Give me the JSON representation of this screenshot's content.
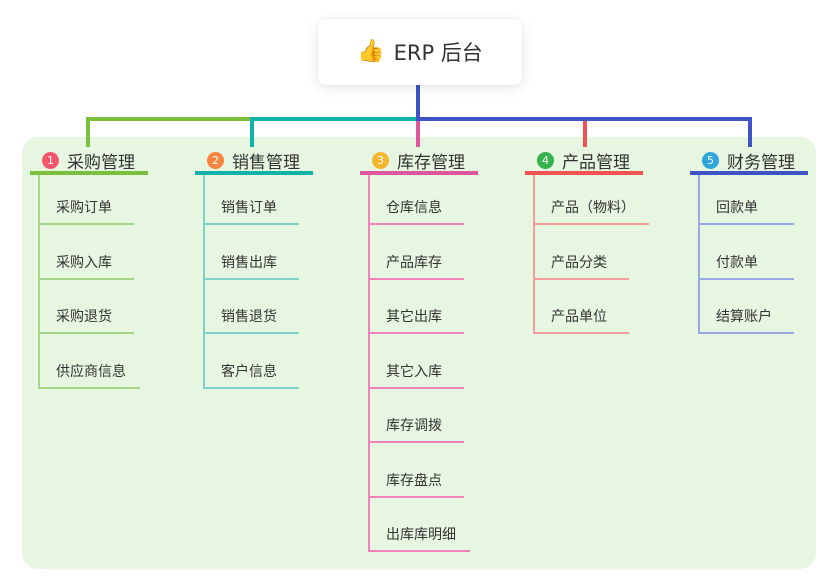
{
  "root": {
    "label": "ERP 后台",
    "emoji": "👍"
  },
  "panel": {
    "bg_color": "#e7f6e1"
  },
  "connectors": {
    "root_drop_color": "#3e54c6",
    "bus_left_color": "#7bbf3d",
    "bus_mid_color": "#13b2a8",
    "bus_right_color": "#3e54c6",
    "drop1_color": "#7bbf3d",
    "drop2_color": "#13b2a8",
    "drop3_color": "#de579d",
    "drop4_color": "#ee5253",
    "drop5_color": "#3e54c6"
  },
  "branches": [
    {
      "number": "1",
      "title": "采购管理",
      "badge_color": "#f4566c",
      "line_color": "#7bbf3d",
      "child_line_color": "#a7d586",
      "children": [
        "采购订单",
        "采购入库",
        "采购退货",
        "供应商信息"
      ]
    },
    {
      "number": "2",
      "title": "销售管理",
      "badge_color": "#f7853e",
      "line_color": "#13b2a8",
      "child_line_color": "#7fd0c9",
      "children": [
        "销售订单",
        "销售出库",
        "销售退货",
        "客户信息"
      ]
    },
    {
      "number": "3",
      "title": "库存管理",
      "badge_color": "#f6b52e",
      "line_color": "#de579d",
      "child_line_color": "#ef83ba",
      "children": [
        "仓库信息",
        "产品库存",
        "其它出库",
        "其它入库",
        "库存调拨",
        "库存盘点",
        "出库库明细"
      ]
    },
    {
      "number": "4",
      "title": "产品管理",
      "badge_color": "#36b34f",
      "line_color": "#ee5253",
      "child_line_color": "#f59d9b",
      "children": [
        "产品（物料）",
        "产品分类",
        "产品单位"
      ]
    },
    {
      "number": "5",
      "title": "财务管理",
      "badge_color": "#2ea6dc",
      "line_color": "#3e54c6",
      "child_line_color": "#98aae2",
      "children": [
        "回款单",
        "付款单",
        "结算账户"
      ]
    }
  ]
}
